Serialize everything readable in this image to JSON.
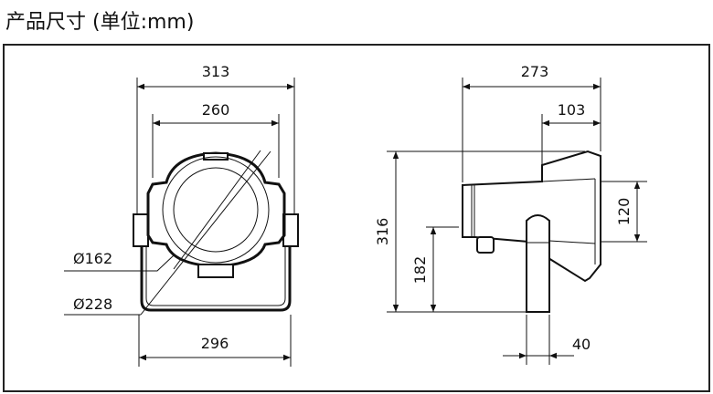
{
  "title": "产品尺寸 (单位:mm)",
  "front_view": {
    "overall_width": "313",
    "housing_width": "260",
    "bracket_width": "296",
    "inner_diameter": "Ø162",
    "outer_diameter": "Ø228"
  },
  "side_view": {
    "overall_depth": "273",
    "rear_depth": "103",
    "overall_height": "316",
    "pivot_height": "182",
    "front_height": "120",
    "post_width": "40"
  }
}
